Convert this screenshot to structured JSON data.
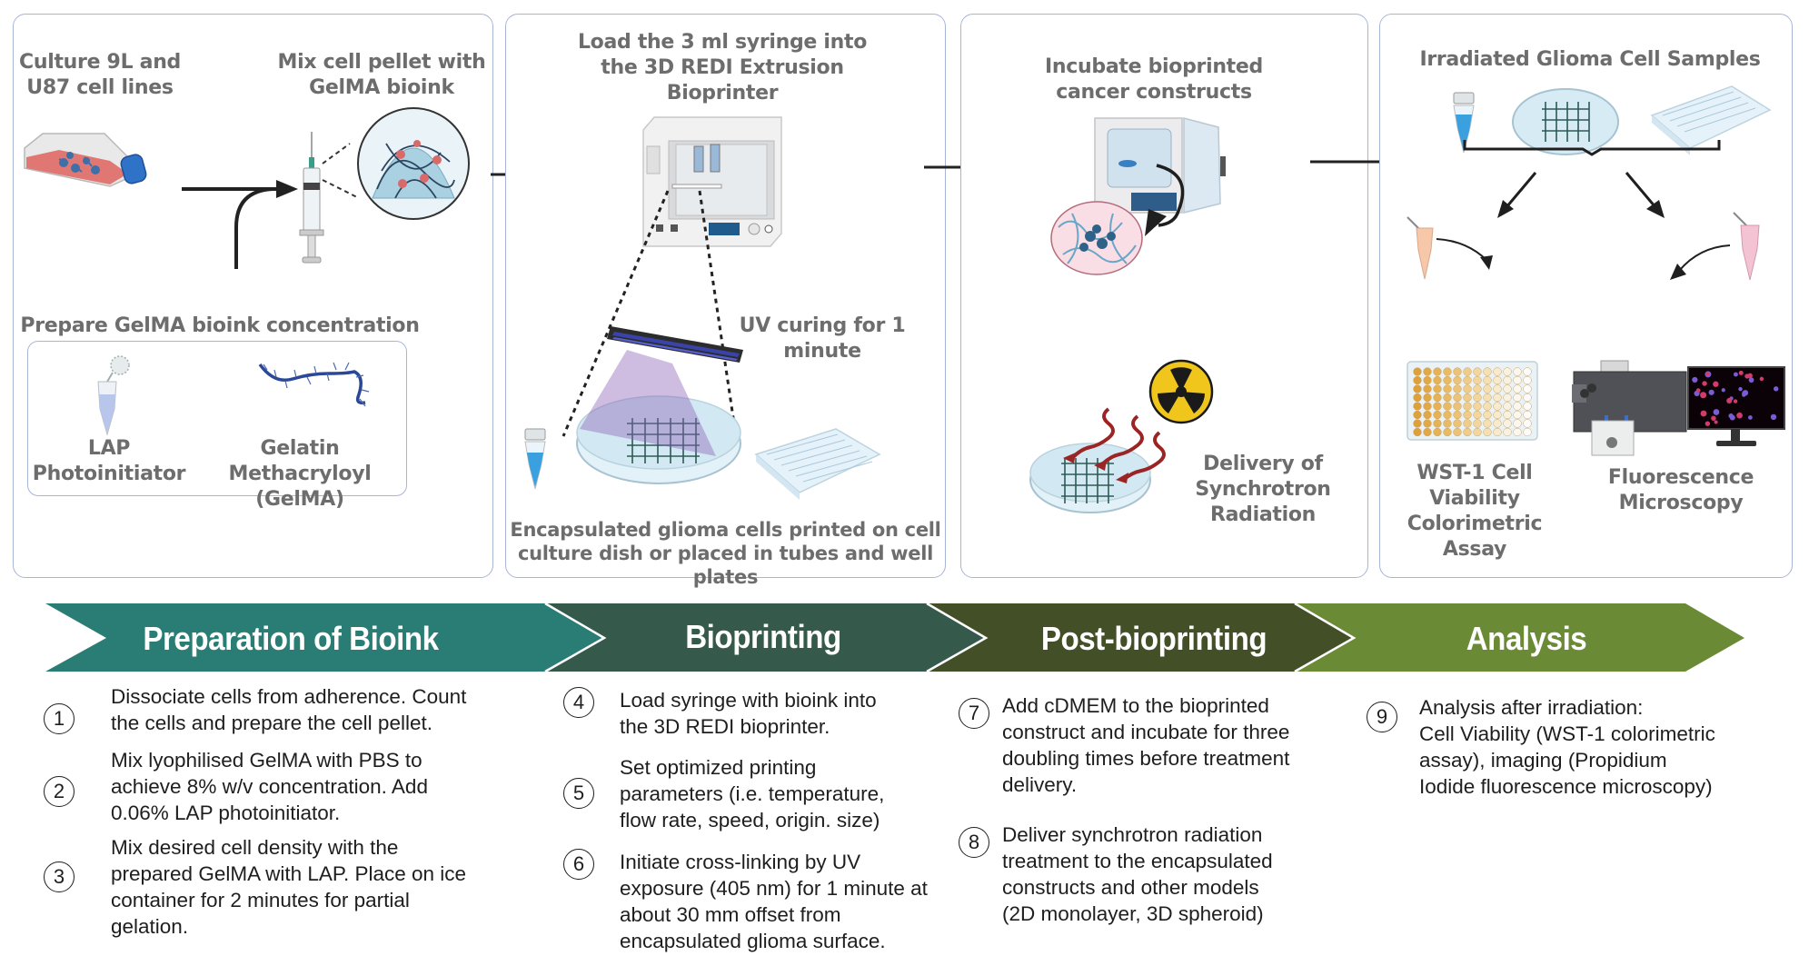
{
  "panels": [
    {
      "id": "preparation",
      "labels": {
        "culture": "Culture 9L and\nU87 cell lines",
        "mix": "Mix cell pellet with\nGelMA bioink",
        "prepare": "Prepare GelMA bioink concentration",
        "lap": "LAP\nPhotoinitiator",
        "gelma": "Gelatin Methacryloyl\n(GelMA)"
      }
    },
    {
      "id": "bioprinting",
      "labels": {
        "load": "Load the 3 ml syringe into\nthe 3D REDI Extrusion\nBioprinter",
        "uv": "UV curing for 1\nminute",
        "encapsulated": "Encapsulated glioma cells printed on cell\nculture dish or placed in tubes and well plates"
      }
    },
    {
      "id": "post-bioprinting",
      "labels": {
        "incubate": "Incubate bioprinted\ncancer constructs",
        "delivery": "Delivery of\nSynchrotron\nRadiation"
      }
    },
    {
      "id": "analysis",
      "labels": {
        "irradiated": "Irradiated Glioma Cell Samples",
        "wst": "WST-1 Cell\nViability\nColorimetric\nAssay",
        "fluorescence": "Fluorescence\nMicroscopy"
      }
    }
  ],
  "banner": {
    "stages": [
      {
        "label": "Preparation of Bioink",
        "color": "#2a7d74"
      },
      {
        "label": "Bioprinting",
        "color": "#355a4c"
      },
      {
        "label": "Post-bioprinting",
        "color": "#434f27"
      },
      {
        "label": "Analysis",
        "color": "#6b8a35"
      }
    ]
  },
  "steps": [
    {
      "num": "1",
      "text": "Dissociate cells from adherence. Count\nthe cells and prepare the cell pellet."
    },
    {
      "num": "2",
      "text": "Mix lyophilised GelMA with PBS to\nachieve 8% w/v concentration. Add\n0.06% LAP photoinitiator."
    },
    {
      "num": "3",
      "text": "Mix desired cell density with the\nprepared GelMA with LAP. Place on ice\ncontainer for 2 minutes for partial\ngelation."
    },
    {
      "num": "4",
      "text": "Load syringe with bioink into\nthe 3D REDI bioprinter."
    },
    {
      "num": "5",
      "text": "Set optimized printing\nparameters (i.e. temperature,\nflow rate, speed, origin. size)"
    },
    {
      "num": "6",
      "text": "Initiate cross-linking by UV\nexposure (405 nm) for 1 minute at\nabout 30 mm offset from\nencapsulated glioma surface."
    },
    {
      "num": "7",
      "text": "Add cDMEM to the bioprinted\nconstruct and incubate for three\ndoubling times before treatment\ndelivery."
    },
    {
      "num": "8",
      "text": "Deliver synchrotron radiation\ntreatment to the encapsulated\nconstructs and other models\n(2D monolayer,  3D spheroid)"
    },
    {
      "num": "9",
      "text": "Analysis after irradiation:\nCell Viability (WST-1 colorimetric\nassay), imaging (Propidium\nIodide fluorescence microscopy)"
    }
  ],
  "colors": {
    "panel_border": "#a9b5d6",
    "label_text": "#6d6d6d",
    "body_text": "#1e1e1e"
  }
}
